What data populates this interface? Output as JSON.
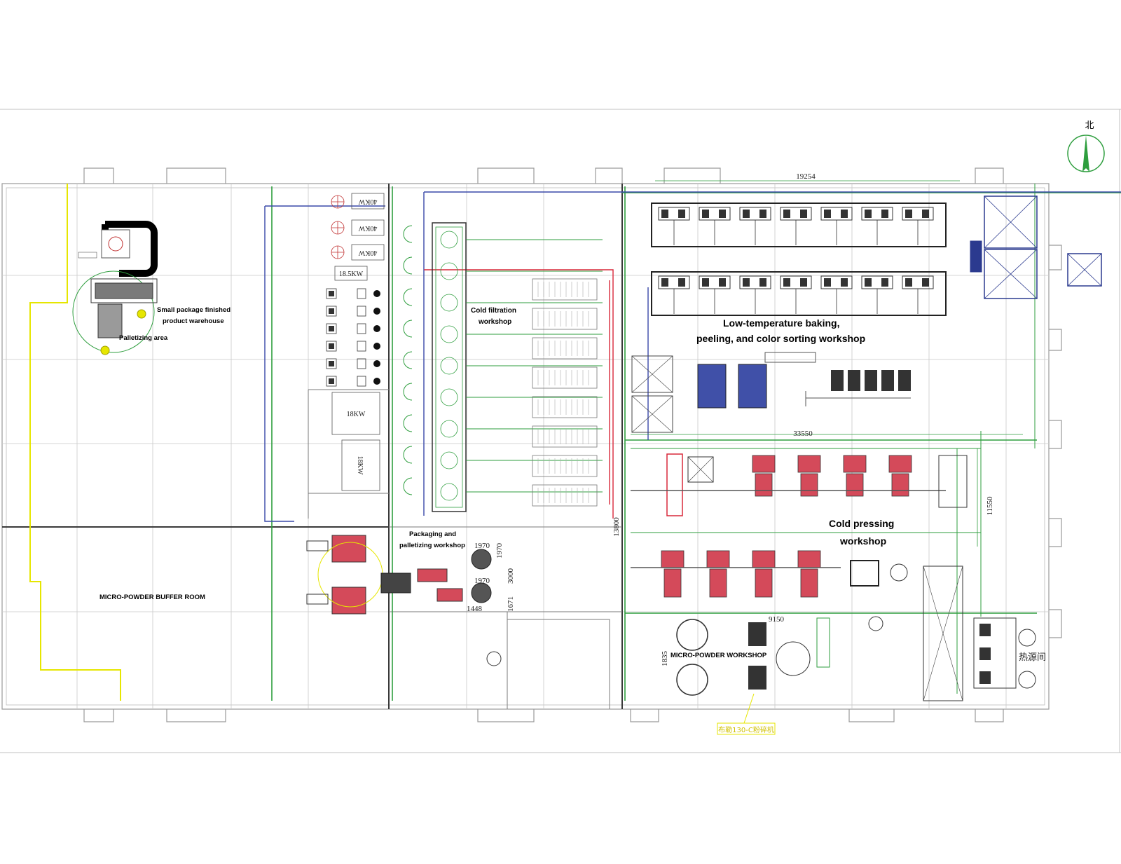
{
  "compass": {
    "north_label": "北"
  },
  "labels": {
    "small_package_warehouse_1": "Small package finished",
    "small_package_warehouse_2": "product warehouse",
    "palletizing_area": "Palletizing area",
    "cold_filtration_1": "Cold filtration",
    "cold_filtration_2": "workshop",
    "low_temp_1": "Low-temperature baking,",
    "low_temp_2": "peeling, and color sorting workshop",
    "cold_pressing_1": "Cold pressing",
    "cold_pressing_2": "workshop",
    "packaging_1": "Packaging and",
    "packaging_2": "palletizing workshop",
    "micro_powder_buffer": "MICRO-POWDER BUFFER ROOM",
    "micro_powder_workshop": "MICRO-POWDER WORKSHOP",
    "heat_source_room": "热源间",
    "crusher_callout": "布勒130-C粉碎机"
  },
  "power_ratings": {
    "tank1": "40KW",
    "tank2": "40KW",
    "tank3": "40KW",
    "unit4": "18.5KW",
    "unit5": "18KW",
    "unit6": "18KW"
  },
  "dimensions": {
    "top": "19254",
    "mid_horizontal": "33550",
    "right_vertical": "11550",
    "left_vertical": "13800",
    "bottom_small": "9150",
    "pack_1": "1970",
    "pack_2": "1970",
    "pack_3": "3000",
    "pack_4": "1970",
    "pack_5": "1671",
    "pack_6": "1448",
    "micro_vertical": "1835"
  },
  "colors": {
    "wall": "#9a9a9a",
    "grid": "#c8c8c8",
    "yellow_line": "#e6e600",
    "green": "#2e9e3e",
    "blue": "#3848a8",
    "red": "#d8283a",
    "dark": "#2a2a2a",
    "equipment_red": "#d44a5a",
    "navy": "#2b3a8f"
  }
}
